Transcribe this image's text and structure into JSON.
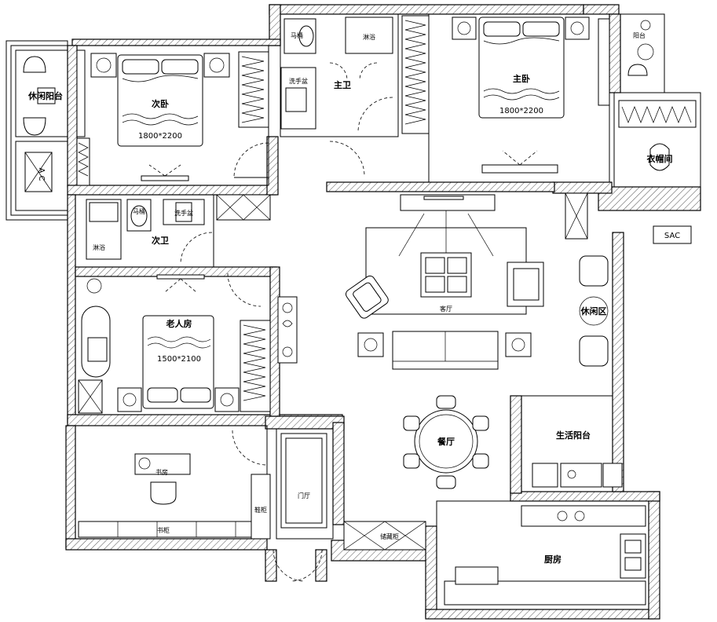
{
  "rooms": {
    "leisure_balcony_left": "休闲阳台",
    "second_bedroom": "次卧",
    "second_bedroom_bed": "1800*2200",
    "second_bath": "次卫",
    "elderly_room": "老人房",
    "elderly_bed": "1500*2100",
    "study": "书房",
    "master_bath": "主卫",
    "master_bedroom": "主卧",
    "master_bed": "1800*2200",
    "balcony_top_right": "阳台",
    "storage_room": "衣帽间",
    "living_room": "客厅",
    "leisure_area": "休闲区",
    "dining_room": "餐厅",
    "service_balcony": "生活阳台",
    "kitchen": "厨房",
    "foyer": "门厅",
    "storage_cabinet": "储藏柜",
    "shoe_cabinet": "鞋柜",
    "bookcase": "书柜"
  },
  "fixtures": {
    "toilet_1": "马桶",
    "toilet_2": "马桶",
    "shower_1": "淋浴",
    "shower_2": "淋浴",
    "washbasin_1": "洗手盆",
    "washbasin_2": "洗手盆",
    "ac_1": "A C",
    "ac_2": "SAC"
  }
}
